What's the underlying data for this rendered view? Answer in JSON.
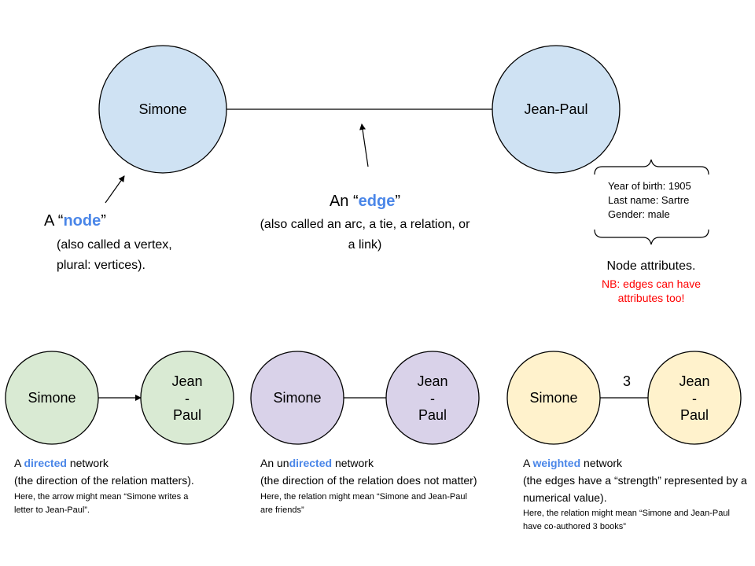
{
  "top": {
    "node_left": "Simone",
    "node_right": "Jean-Paul",
    "node_label": {
      "prefix": "A “",
      "keyword": "node",
      "suffix": "”"
    },
    "node_desc_1": "(also called a vertex,",
    "node_desc_2": "plural: vertices).",
    "edge_label": {
      "prefix": "An “",
      "keyword": "edge",
      "suffix": "”"
    },
    "edge_desc_1": "(also called an arc, a tie, a relation, or",
    "edge_desc_2": "a link)",
    "attributes": [
      "Year of birth: 1905",
      "Last name: Sartre",
      "Gender: male"
    ],
    "attr_title": "Node attributes.",
    "attr_note_1": "NB: edges can have",
    "attr_note_2": "attributes too!"
  },
  "networks": [
    {
      "left": "Simone",
      "right_1": "Jean",
      "right_2": "-",
      "right_3": "Paul",
      "caption_pre": "A ",
      "caption_kw": "directed",
      "caption_post": " network",
      "line_1": "(the direction of the relation matters).",
      "small_1": "Here, the arrow might mean “Simone writes a",
      "small_2": "letter to Jean-Paul”."
    },
    {
      "left": "Simone",
      "right_1": "Jean",
      "right_2": "-",
      "right_3": "Paul",
      "caption_pre": "An un",
      "caption_kw": "directed",
      "caption_post": " network",
      "line_1": "(the direction of the relation does not matter)",
      "small_1": "Here, the relation might mean “Simone and Jean-Paul",
      "small_2": "are friends”"
    },
    {
      "left": "Simone",
      "right_1": "Jean",
      "right_2": "-",
      "right_3": "Paul",
      "weight": "3",
      "caption_pre": "A ",
      "caption_kw": "weighted",
      "caption_post": " network",
      "line_1": "(the edges have a “strength” represented by a",
      "line_2": "numerical value).",
      "small_1": "Here, the relation might mean “Simone and Jean-Paul",
      "small_2": "have co-authored 3 books”"
    }
  ],
  "colors": {
    "blue_node": "#cfe2f3",
    "green_node": "#d9ead3",
    "purple_node": "#d9d2e9",
    "yellow_node": "#fff2cc",
    "keyword": "#4a86e8",
    "note": "#ff0000"
  }
}
